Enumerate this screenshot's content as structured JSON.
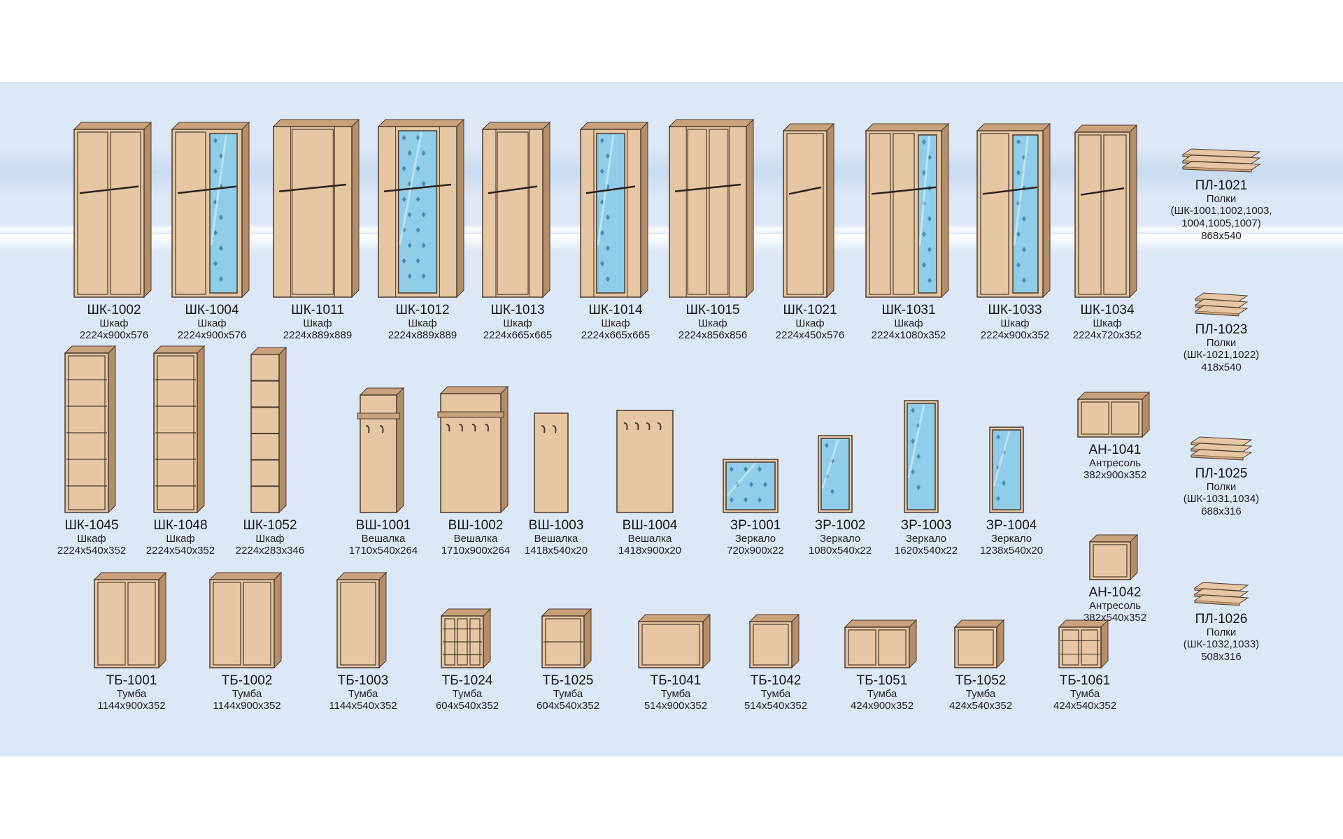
{
  "rows": [
    [
      {
        "code": "ШК-1002",
        "kind": "Шкаф",
        "dims": "2224x900x576",
        "shape": "wardrobe",
        "w": 100,
        "h": 240,
        "doors": 2,
        "mirror": false
      },
      {
        "code": "ШК-1004",
        "kind": "Шкаф",
        "dims": "2224x900x576",
        "shape": "wardrobe",
        "w": 100,
        "h": 240,
        "doors": 2,
        "mirror": true
      },
      {
        "code": "ШК-1011",
        "kind": "Шкаф",
        "dims": "2224x889x889",
        "shape": "corner",
        "w": 112,
        "h": 244,
        "doors": 1,
        "mirror": false
      },
      {
        "code": "ШК-1012",
        "kind": "Шкаф",
        "dims": "2224x889x889",
        "shape": "corner",
        "w": 112,
        "h": 244,
        "doors": 1,
        "mirror": true
      },
      {
        "code": "ШК-1013",
        "kind": "Шкаф",
        "dims": "2224x665x665",
        "shape": "corner",
        "w": 86,
        "h": 240,
        "doors": 1,
        "mirror": false
      },
      {
        "code": "ШК-1014",
        "kind": "Шкаф",
        "dims": "2224x665x665",
        "shape": "corner",
        "w": 86,
        "h": 240,
        "doors": 1,
        "mirror": true
      },
      {
        "code": "ШК-1015",
        "kind": "Шкаф",
        "dims": "2224x856x856",
        "shape": "corner",
        "w": 110,
        "h": 244,
        "doors": 2,
        "mirror": false
      },
      {
        "code": "ШК-1021",
        "kind": "Шкаф",
        "dims": "2224x450x576",
        "shape": "wardrobe",
        "w": 62,
        "h": 238,
        "doors": 1,
        "mirror": false
      },
      {
        "code": "ШК-1031",
        "kind": "Шкаф",
        "dims": "2224x1080x352",
        "shape": "wardrobe",
        "w": 108,
        "h": 238,
        "doors": 3,
        "mirror": true
      },
      {
        "code": "ШК-1033",
        "kind": "Шкаф",
        "dims": "2224x900x352",
        "shape": "wardrobe",
        "w": 94,
        "h": 238,
        "doors": 2,
        "mirror": true
      },
      {
        "code": "ШК-1034",
        "kind": "Шкаф",
        "dims": "2224x720x352",
        "shape": "wardrobe",
        "w": 78,
        "h": 236,
        "doors": 2,
        "mirror": false
      }
    ],
    [
      {
        "code": "ШК-1045",
        "kind": "Шкаф",
        "dims": "2224x540x352",
        "shape": "shelving",
        "w": 62,
        "h": 228,
        "doors": 0,
        "mirror": false
      },
      {
        "code": "ШК-1048",
        "kind": "Шкаф",
        "dims": "2224x540x352",
        "shape": "shelving",
        "w": 62,
        "h": 228,
        "doors": 0,
        "mirror": false
      },
      {
        "code": "ШК-1052",
        "kind": "Шкаф",
        "dims": "2224x283x346",
        "shape": "endshelf",
        "w": 40,
        "h": 226,
        "doors": 0,
        "mirror": false
      },
      {
        "code": "ВШ-1001",
        "kind": "Вешалка",
        "dims": "1710x540x264",
        "shape": "hanger",
        "w": 52,
        "h": 168,
        "doors": 0,
        "mirror": false
      },
      {
        "code": "ВШ-1002",
        "kind": "Вешалка",
        "dims": "1710x900x264",
        "shape": "hanger",
        "w": 86,
        "h": 170,
        "doors": 0,
        "mirror": false
      },
      {
        "code": "ВШ-1003",
        "kind": "Вешалка",
        "dims": "1418x540x20",
        "shape": "panel",
        "w": 48,
        "h": 142,
        "doors": 0,
        "mirror": false
      },
      {
        "code": "ВШ-1004",
        "kind": "Вешалка",
        "dims": "1418x900x20",
        "shape": "panel",
        "w": 80,
        "h": 146,
        "doors": 0,
        "mirror": false
      },
      {
        "code": "ЗР-1001",
        "kind": "Зеркало",
        "dims": "720x900x22",
        "shape": "mirror",
        "w": 78,
        "h": 76,
        "doors": 0,
        "mirror": true
      },
      {
        "code": "ЗР-1002",
        "kind": "Зеркало",
        "dims": "1080x540x22",
        "shape": "mirror",
        "w": 48,
        "h": 110,
        "doors": 0,
        "mirror": true
      },
      {
        "code": "ЗР-1003",
        "kind": "Зеркало",
        "dims": "1620x540x22",
        "shape": "mirror",
        "w": 48,
        "h": 160,
        "doors": 0,
        "mirror": true
      },
      {
        "code": "ЗР-1004",
        "kind": "Зеркало",
        "dims": "1238x540x20",
        "shape": "mirror",
        "w": 48,
        "h": 122,
        "doors": 0,
        "mirror": true
      }
    ],
    [
      {
        "code": "ТБ-1001",
        "kind": "Тумба",
        "dims": "1144x900x352",
        "shape": "cabinet",
        "w": 92,
        "h": 126,
        "doors": 2,
        "mirror": false
      },
      {
        "code": "ТБ-1002",
        "kind": "Тумба",
        "dims": "1144x900x352",
        "shape": "cabinet",
        "w": 92,
        "h": 126,
        "doors": 2,
        "mirror": false
      },
      {
        "code": "ТБ-1003",
        "kind": "Тумба",
        "dims": "1144x540x352",
        "shape": "cabinet",
        "w": 60,
        "h": 126,
        "doors": 1,
        "mirror": false
      },
      {
        "code": "ТБ-1024",
        "kind": "Тумба",
        "dims": "604x540x352",
        "shape": "drawers",
        "w": 60,
        "h": 74,
        "doors": 3,
        "mirror": false
      },
      {
        "code": "ТБ-1025",
        "kind": "Тумба",
        "dims": "604x540x352",
        "shape": "drawers",
        "w": 60,
        "h": 74,
        "doors": 1,
        "mirror": false
      },
      {
        "code": "ТБ-1041",
        "kind": "Тумба",
        "dims": "514x900x352",
        "shape": "bench",
        "w": 92,
        "h": 66,
        "doors": 1,
        "mirror": false
      },
      {
        "code": "ТБ-1042",
        "kind": "Тумба",
        "dims": "514x540x352",
        "shape": "bench",
        "w": 60,
        "h": 66,
        "doors": 1,
        "mirror": false
      },
      {
        "code": "ТБ-1051",
        "kind": "Тумба",
        "dims": "424x900x352",
        "shape": "bench",
        "w": 92,
        "h": 58,
        "doors": 2,
        "mirror": false
      },
      {
        "code": "ТБ-1052",
        "kind": "Тумба",
        "dims": "424x540x352",
        "shape": "bench",
        "w": 60,
        "h": 58,
        "doors": 1,
        "mirror": false
      },
      {
        "code": "ТБ-1061",
        "kind": "Тумба",
        "dims": "424x540x352",
        "shape": "drawers",
        "w": 60,
        "h": 58,
        "doors": 2,
        "mirror": false
      }
    ]
  ],
  "side_items": [
    {
      "code": "АН-1041",
      "kind": "Антресоль",
      "dims": "382x900x352",
      "shape": "bench",
      "w": 92,
      "h": 54,
      "doors": 2,
      "mirror": false
    },
    {
      "code": "АН-1042",
      "kind": "Антресоль",
      "dims": "382x540x352",
      "shape": "bench",
      "w": 58,
      "h": 54,
      "doors": 1,
      "mirror": false
    }
  ],
  "shelves": [
    {
      "code": "ПЛ-1021",
      "kind": "Полки",
      "note1": "(ШК-1001,1002,1003,",
      "note2": "1004,1005,1007)",
      "dims": "868x540",
      "w": 94
    },
    {
      "code": "ПЛ-1023",
      "kind": "Полки",
      "note1": "(ШК-1021,1022)",
      "note2": "",
      "dims": "418x540",
      "w": 58
    },
    {
      "code": "ПЛ-1025",
      "kind": "Полки",
      "note1": "(ШК-1031,1034)",
      "note2": "",
      "dims": "688x316",
      "w": 70
    },
    {
      "code": "ПЛ-1026",
      "kind": "Полки",
      "note1": "(ШК-1032,1033)",
      "note2": "",
      "dims": "508x316",
      "w": 60
    }
  ],
  "colors": {
    "board": "#dde8f6",
    "band": "#c5d7ef",
    "glow": "#ffffff",
    "wood": "#e6c6a3",
    "wood_dark": "#c9a27c",
    "edge": "#4a3a2e",
    "mirror": "#8fcde8",
    "mirror_light": "#d8f1fb"
  }
}
